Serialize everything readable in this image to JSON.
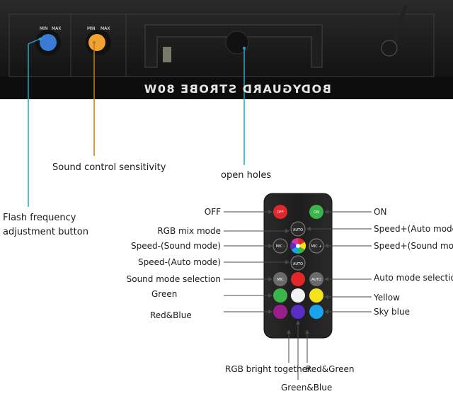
{
  "device": {
    "label": "BODYGUARD STROBE 80W",
    "knob_left_marks": [
      "MIN",
      "MAX"
    ],
    "knob_right_marks": [
      "MIN",
      "MAX"
    ]
  },
  "callouts": {
    "flash_frequency": [
      "Flash frequency",
      "adjustment button"
    ],
    "sound_sensitivity": "Sound control sensitivity",
    "open_holes": "open holes"
  },
  "remote": {
    "left_labels": {
      "off": "OFF",
      "rgb_mix": "RGB mix mode",
      "speed_minus_sound": "Speed-(Sound mode)",
      "speed_minus_auto": "Speed-(Auto mode)",
      "sound_select": "Sound mode selection",
      "green": "Green",
      "red_blue": "Red&Blue"
    },
    "right_labels": {
      "on": "ON",
      "speed_plus_auto": "Speed+(Auto mode)",
      "speed_plus_sound": "Speed+(Sound mode)",
      "auto_select": "Auto mode selection",
      "yellow": "Yellow",
      "sky_blue": "Sky blue"
    },
    "bottom_labels": {
      "rgb_bright": "RGB bright together",
      "red_green": "Red&Green",
      "green_blue": "Green&Blue"
    },
    "button_text": {
      "off": "OFF",
      "on": "ON",
      "auto_plus": "AUTO",
      "auto_minus": "AUTO",
      "mic_minus": "MIC -",
      "mic_plus": "MIC +",
      "mic": "MIC",
      "auto": "AUTO"
    }
  },
  "colors": {
    "callout_line": "#2aa3c9",
    "arrow_line": "#4a4a4a",
    "device_body": "#151515",
    "remote_body": "#1b1b1b",
    "knob_blue": "#3a7bd5",
    "knob_orange": "#f0a233",
    "btn_red": "#e2272a",
    "btn_green": "#3bb54a",
    "btn_yellow": "#f4e31b",
    "btn_purple": "#9a1f8c",
    "btn_violet": "#5a2ec4",
    "btn_sky": "#1aa3e8",
    "btn_white": "#f2f2f2",
    "btn_gray": "#6a6a6a"
  }
}
